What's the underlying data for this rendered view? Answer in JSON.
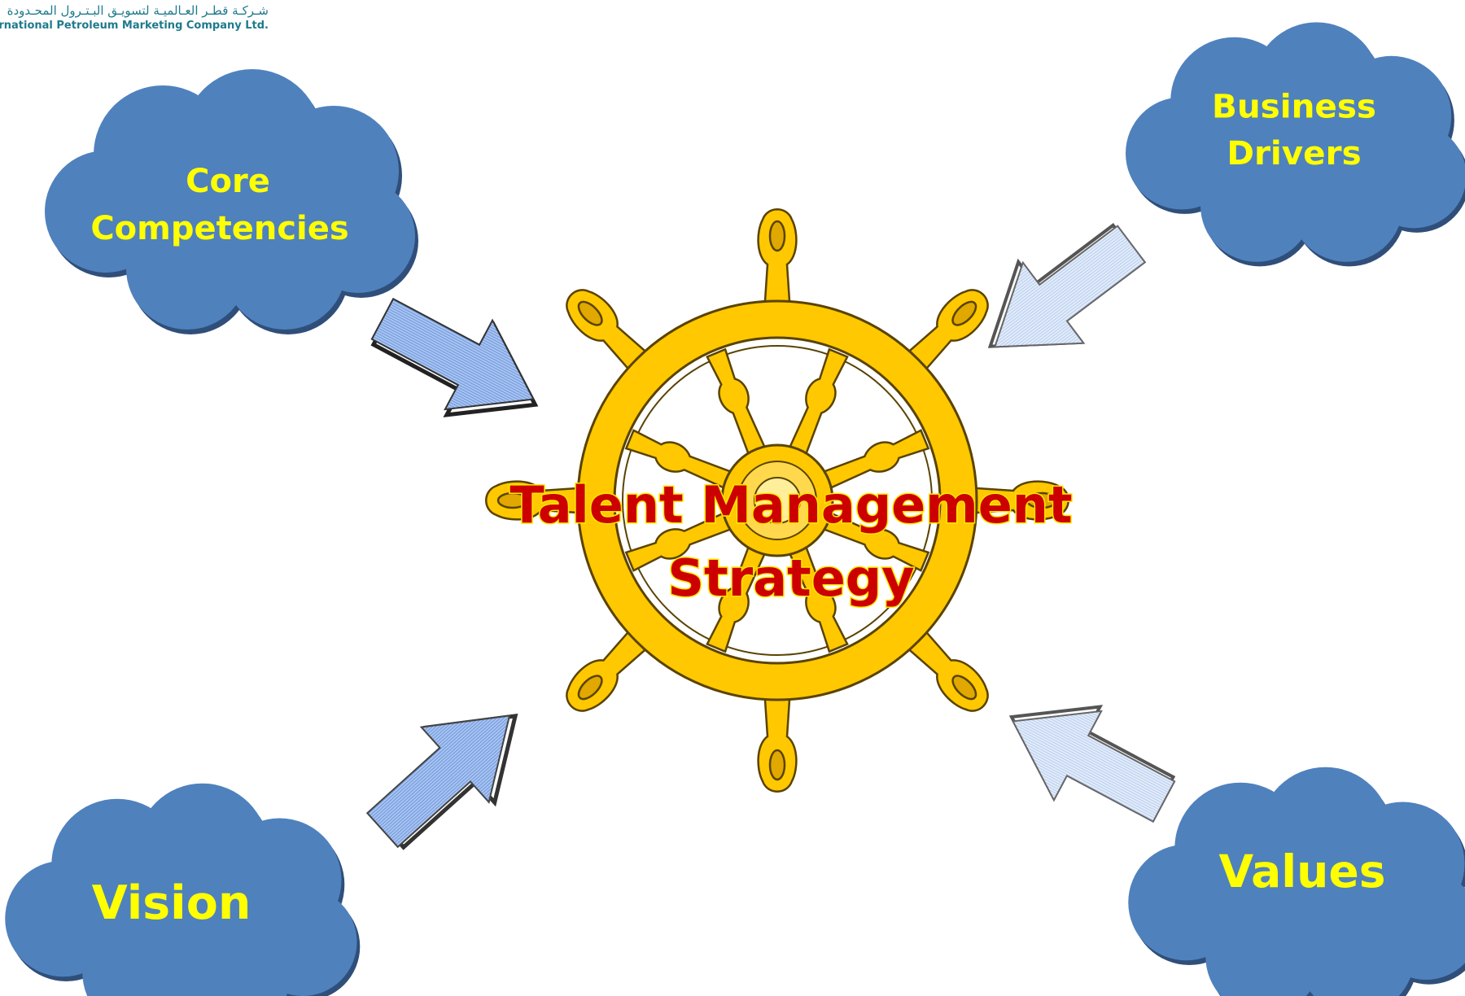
{
  "logo": {
    "arabic": "شـركـة قطـر العـالميـة لتسويـق البـتـرول المحـدودة",
    "english": "Qatar International Petroleum Marketing Company Ltd."
  },
  "center": {
    "line1": "Talent Management",
    "line2": "Strategy"
  },
  "clouds": {
    "core": {
      "line1": "Core",
      "line2": "Competencies"
    },
    "business": {
      "line1": "Business",
      "line2": "Drivers"
    },
    "vision": {
      "label": "Vision"
    },
    "values": {
      "label": "Values"
    }
  },
  "colors": {
    "cloud_fill": "#4f81bd",
    "cloud_stroke": "#2f4f7a",
    "cloud_text": "#ffff00",
    "wheel_gold": "#ffc800",
    "center_text": "#cc0000",
    "arrow_fill_dark": "#8eb3ef",
    "arrow_fill_light": "#d6e4f7"
  },
  "icons": {
    "wheel": "ship-wheel-icon"
  }
}
